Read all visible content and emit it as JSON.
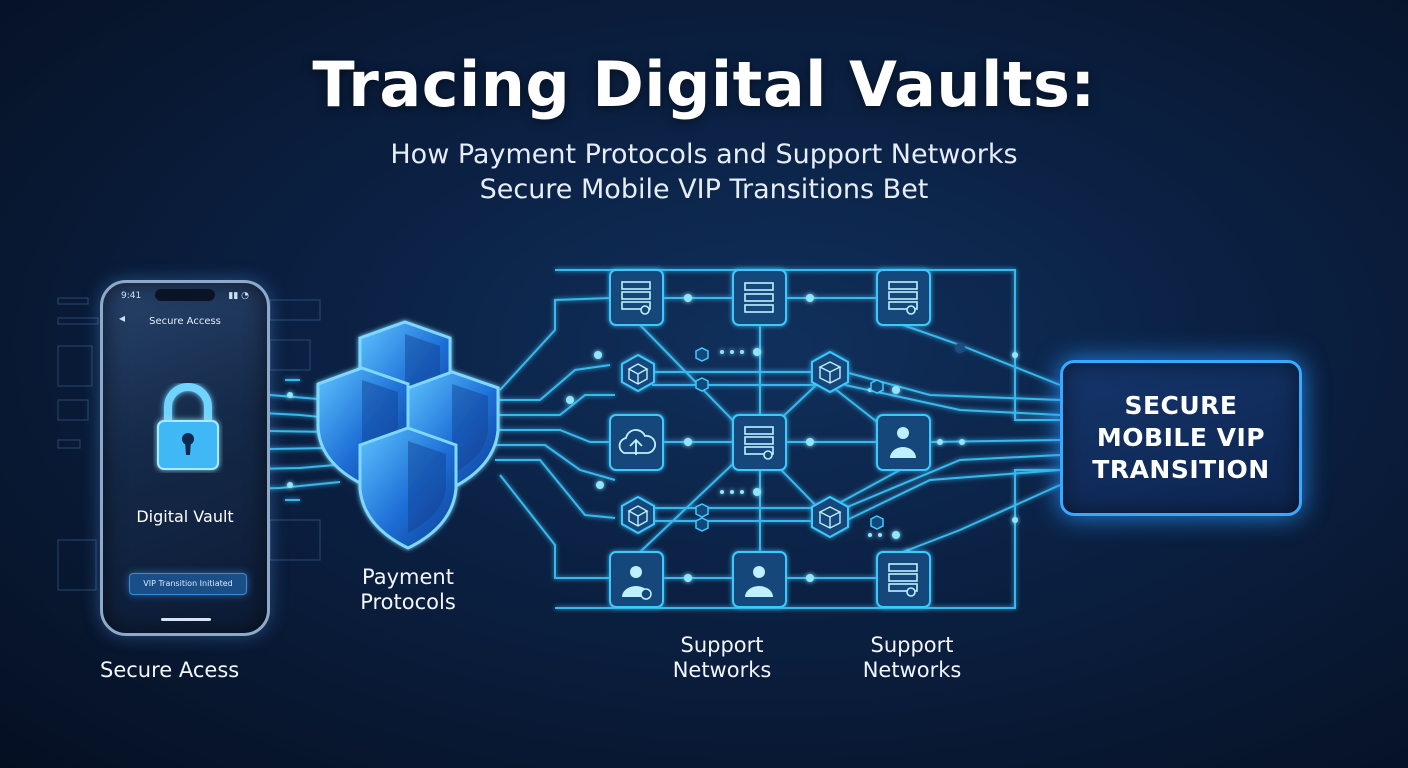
{
  "title": "Tracing Digital Vaults:",
  "subtitle": {
    "line1": "How Payment Protocols and Support Networks",
    "line2": "Secure Mobile VIP Transitions Bet"
  },
  "phone": {
    "time": "9:41",
    "header": "Secure Access",
    "vault_label": "Digital Vault",
    "banner": "VIP Transition Initiated",
    "icons": [
      "back-arrow-icon",
      "padlock-icon"
    ]
  },
  "labels": {
    "secure_access": "Secure Acess",
    "payment_protocols": [
      "Payment",
      "Protocols"
    ],
    "support_networks_1": [
      "Support",
      "Networks"
    ],
    "support_networks_2": [
      "Support",
      "Networks"
    ]
  },
  "destination": {
    "lines": [
      "SECURE",
      "MOBILE VIP",
      "TRANSITION"
    ]
  },
  "nodes": {
    "icons": [
      "server-icon",
      "cube-icon",
      "cloud-upload-icon",
      "user-icon",
      "shield-icon"
    ]
  },
  "colors": {
    "accent": "#38c8ff",
    "node_fill": "#12477a",
    "shield_blue": "#1e6fd6"
  }
}
